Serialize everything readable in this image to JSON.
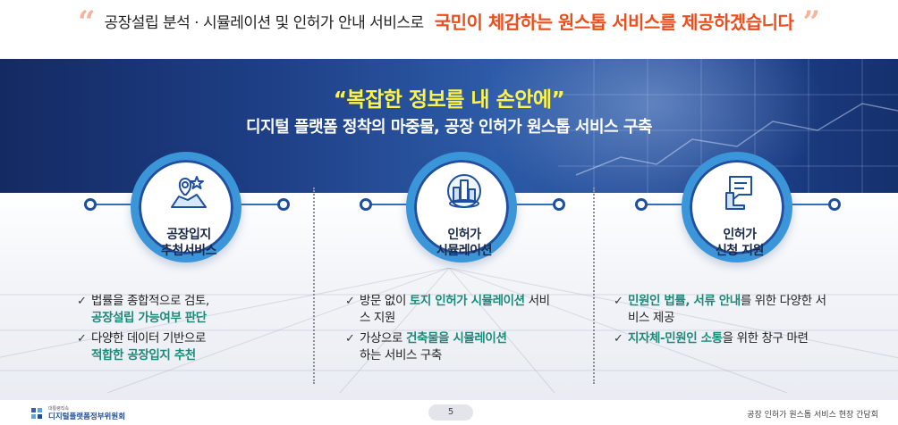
{
  "headline": {
    "lead": "공장설립 분석 · 시뮬레이션 및 인허가 안내 서비스로",
    "emphasis": "국민이 체감하는 원스톱 서비스를 제공하겠습니다",
    "accent_color": "#ec4d1d"
  },
  "banner": {
    "title": "“복잡한 정보를 내 손안에”",
    "subtitle": "디지털 플랫폼 정착의 마중물, 공장 인허가 원스톱 서비스 구축",
    "title_color": "#fff34a"
  },
  "columns": [
    {
      "icon": "map-pin-icon",
      "title_lines": [
        "공장입지",
        "추천서비스"
      ],
      "bullets": [
        {
          "plain_before": "법률을 종합적으로 검토,",
          "highlight": "공장설립 가능여부 판단",
          "plain_after": ""
        },
        {
          "plain_before": "다양한 데이터 기반으로",
          "highlight": "적합한 공장입지 추천",
          "plain_after": ""
        }
      ]
    },
    {
      "icon": "building-3d-icon",
      "title_lines": [
        "인허가",
        "시뮬레이션"
      ],
      "bullets": [
        {
          "plain_before": "방문 없이 ",
          "highlight": "토지 인허가 시뮬레이션",
          "plain_after": " 서비스 지원"
        },
        {
          "plain_before": "가상으로 ",
          "highlight": "건축물을 시뮬레이션",
          "plain_after": "하는 서비스 구축"
        }
      ]
    },
    {
      "icon": "chat-document-icon",
      "title_lines": [
        "인허가",
        "신청 지원"
      ],
      "bullets": [
        {
          "plain_before": "",
          "highlight": "민원인 법률, 서류 안내",
          "plain_after": "를 위한 다양한 서비스 제공"
        },
        {
          "plain_before": "",
          "highlight": "지자체-민원인 소통",
          "plain_after": "을 위한 창구 마련"
        }
      ]
    }
  ],
  "colors": {
    "ring": "#3b95d9",
    "ring_inner": "#1f4fa0",
    "highlight": "#1d8a79"
  },
  "footer": {
    "org_small": "대통령직속",
    "org_name": "디지털플랫폼정부위원회",
    "page_number": "5",
    "event_title": "공장 인허가 원스톱 서비스 현장 간담회"
  }
}
